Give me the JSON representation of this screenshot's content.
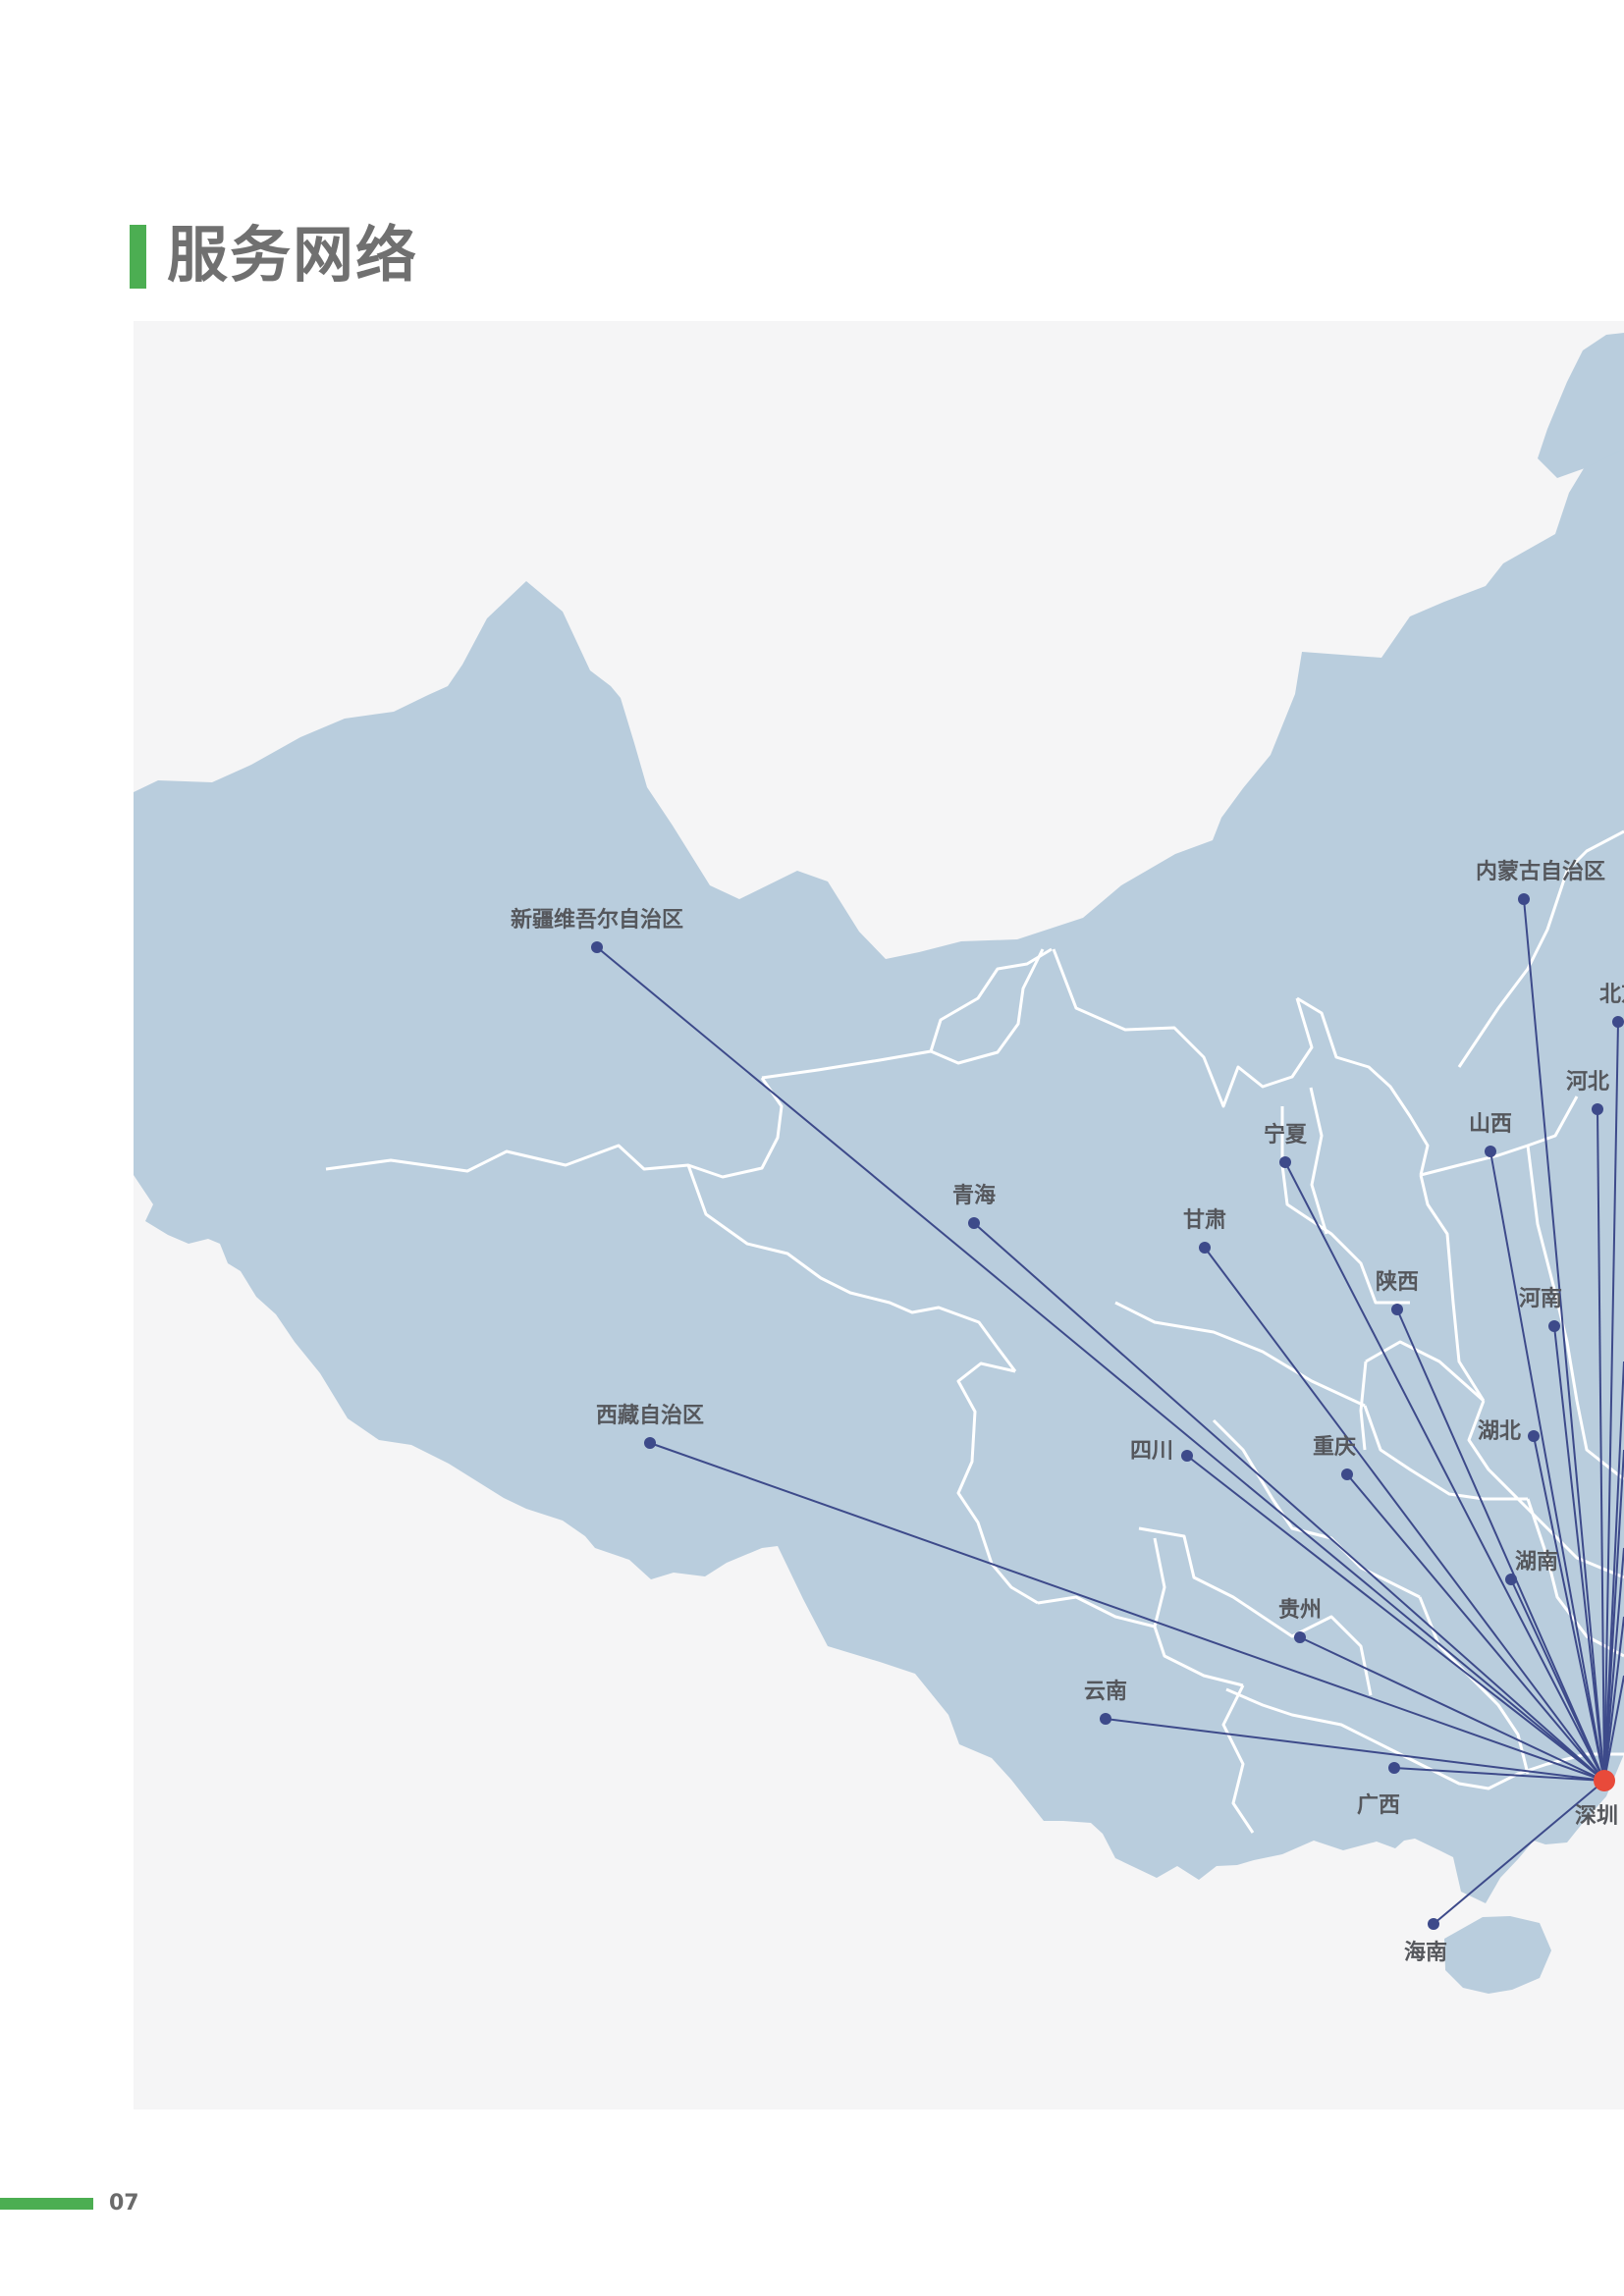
{
  "page": {
    "title": "服务网络",
    "page_number": "07"
  },
  "colors": {
    "accent": "#4cae52",
    "panel_bg": "#f5f5f6",
    "land": "#b9cddd",
    "border": "#ffffff",
    "route_line": "#3d4a8a",
    "hub": "#e84a3a",
    "label_text": "#55575c"
  },
  "map": {
    "hub": {
      "name": "深圳"
    },
    "locations": [
      {
        "id": "xinjiang",
        "name": "新疆维吾尔自治区"
      },
      {
        "id": "xizang",
        "name": "西藏自治区"
      },
      {
        "id": "qinghai",
        "name": "青海"
      },
      {
        "id": "gansu",
        "name": "甘肃"
      },
      {
        "id": "ningxia",
        "name": "宁夏"
      },
      {
        "id": "neimenggu",
        "name": "内蒙古自治区"
      },
      {
        "id": "beijing",
        "name": "北京"
      },
      {
        "id": "hebei",
        "name": "河北"
      },
      {
        "id": "shanxi",
        "name": "山西"
      },
      {
        "id": "shaanxi",
        "name": "陕西"
      },
      {
        "id": "henan",
        "name": "河南"
      },
      {
        "id": "sichuan",
        "name": "四川"
      },
      {
        "id": "chongqing",
        "name": "重庆"
      },
      {
        "id": "hubei",
        "name": "湖北"
      },
      {
        "id": "hunan",
        "name": "湖南"
      },
      {
        "id": "guizhou",
        "name": "贵州"
      },
      {
        "id": "yunnan",
        "name": "云南"
      },
      {
        "id": "guangxi",
        "name": "广西"
      },
      {
        "id": "hainan",
        "name": "海南"
      }
    ],
    "offscreen_routes": 5
  }
}
